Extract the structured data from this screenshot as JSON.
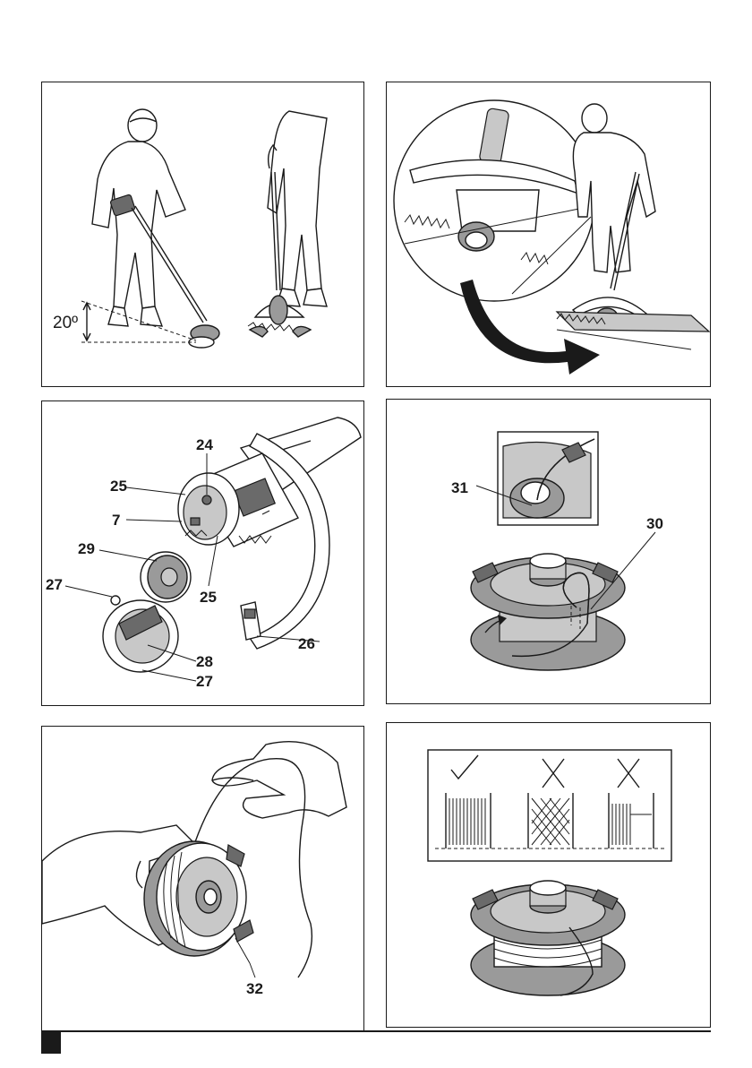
{
  "figure_1": {
    "angle_label": "20º"
  },
  "figure_3": {
    "labels": {
      "l24": "24",
      "l25a": "25",
      "l7": "7",
      "l29": "29",
      "l27a": "27",
      "l25b": "25",
      "l26": "26",
      "l28": "28",
      "l27b": "27"
    }
  },
  "figure_4": {
    "labels": {
      "l31": "31",
      "l30": "30"
    }
  },
  "figure_5": {
    "labels": {
      "l32": "32"
    }
  },
  "figure_6": {
    "marks": {
      "first": "check-icon",
      "second": "cross-icon",
      "third": "cross-icon"
    }
  }
}
